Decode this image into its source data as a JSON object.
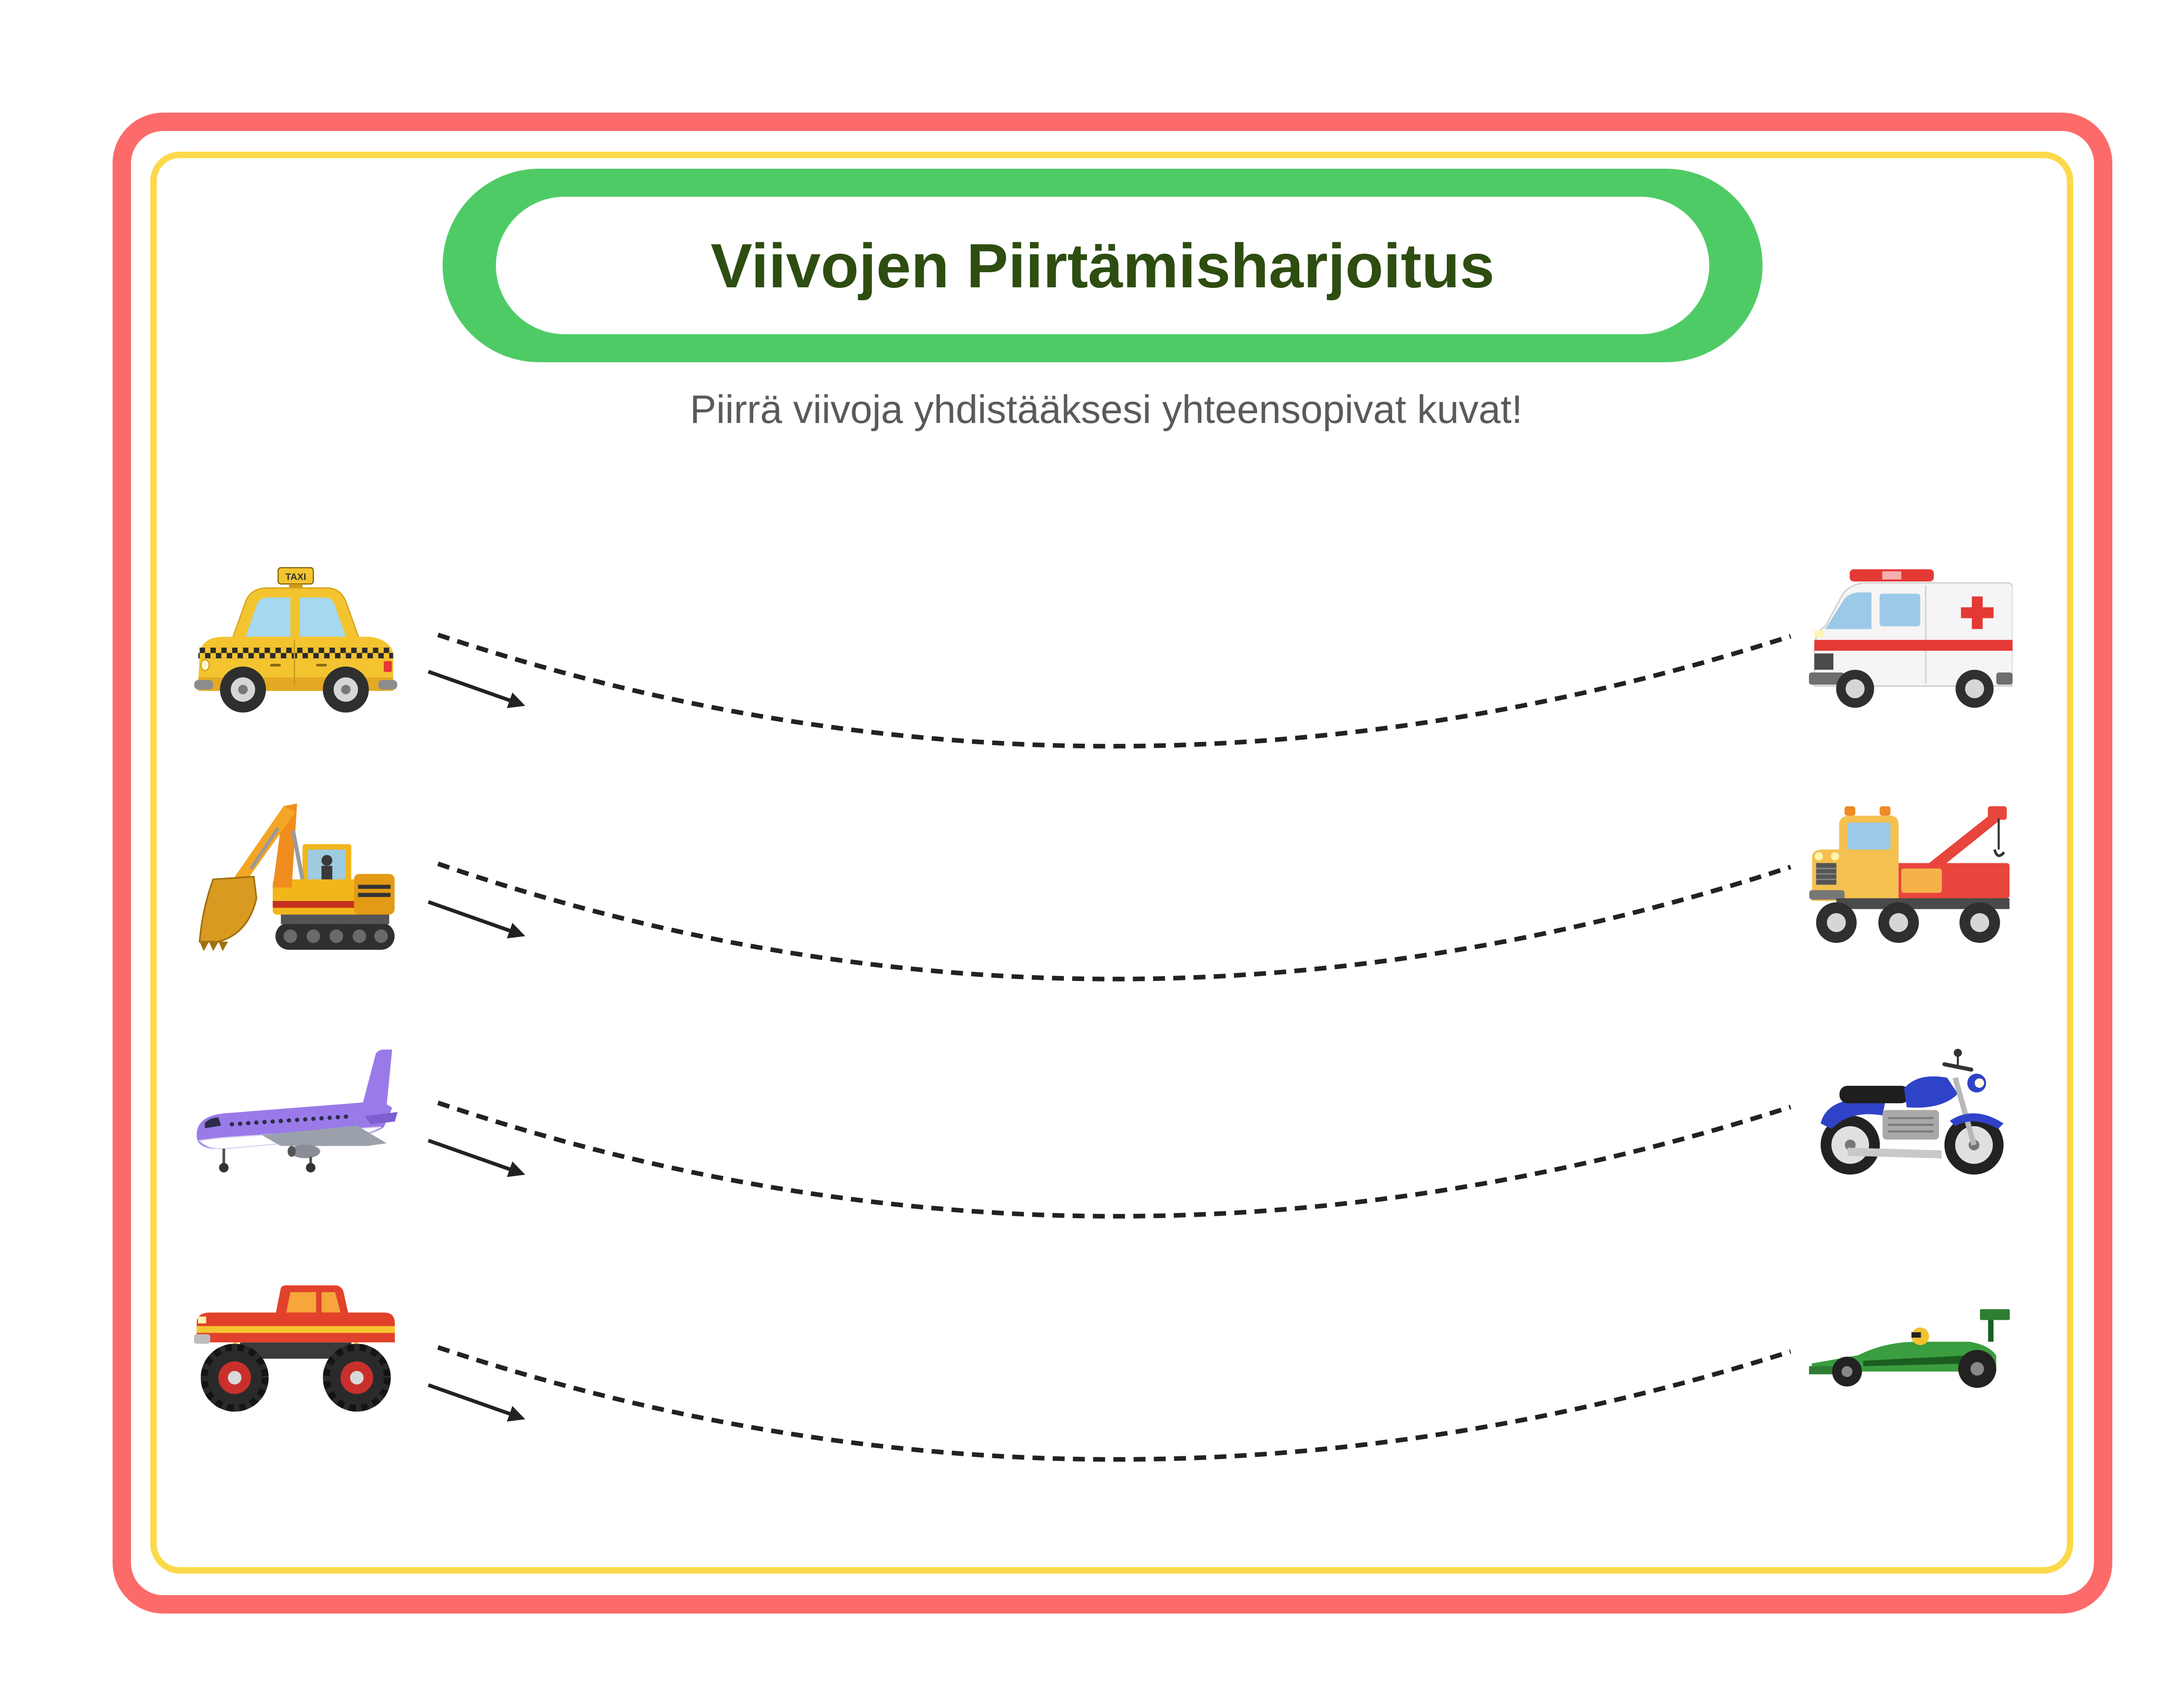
{
  "worksheet": {
    "title": "Viivojen Piirtämisharjoitus",
    "subtitle": "Piirrä viivoja yhdistääksesi yhteensopivat kuvat!"
  },
  "left_pictures": [
    {
      "icon": "taxi-icon",
      "sign_text": "TAXI"
    },
    {
      "icon": "excavator-icon"
    },
    {
      "icon": "airplane-icon"
    },
    {
      "icon": "monster-truck-icon"
    }
  ],
  "right_pictures": [
    {
      "icon": "ambulance-icon"
    },
    {
      "icon": "tow-truck-icon"
    },
    {
      "icon": "motorcycle-icon"
    },
    {
      "icon": "race-car-icon"
    }
  ],
  "colors": {
    "frame_outer": "#fc6b69",
    "frame_inner": "#fcd94b",
    "banner": "#4fcb66",
    "title_text": "#2e4d11",
    "subtitle_text": "#5a5a5a",
    "trace": "#222222"
  }
}
